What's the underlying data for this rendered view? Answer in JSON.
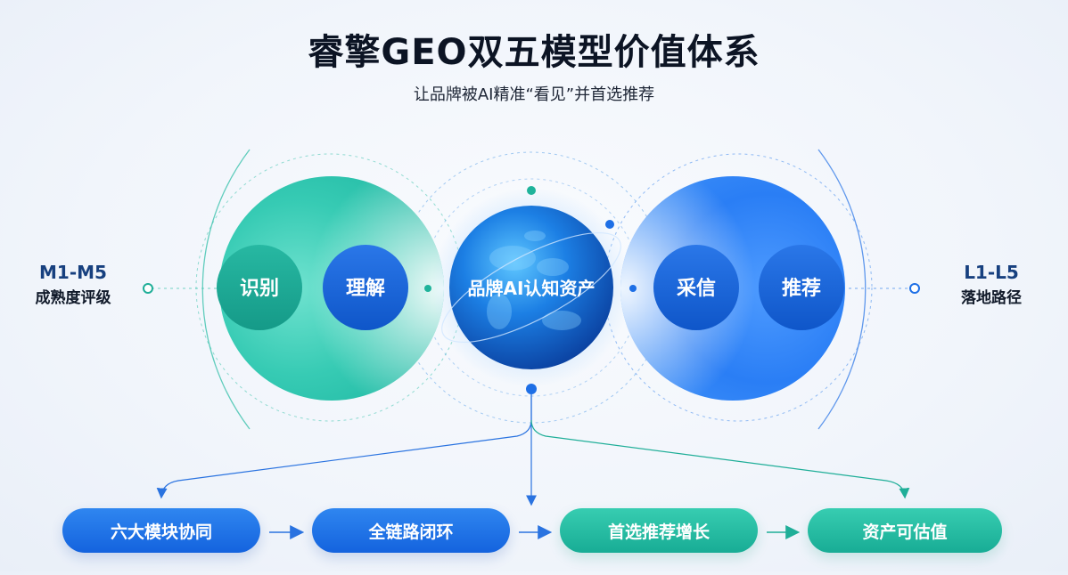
{
  "header": {
    "title": "睿擎GEO双五模型价值体系",
    "subtitle": "让品牌被AI精准“看见”并首选推荐"
  },
  "left_label": {
    "code": "M1-M5",
    "desc": "成熟度评级"
  },
  "right_label": {
    "code": "L1-L5",
    "desc": "落地路径"
  },
  "nodes": {
    "left_outer": "识别",
    "left_inner": "理解",
    "center": "品牌AI认知资产",
    "right_inner": "采信",
    "right_outer": "推荐"
  },
  "bottom_steps": [
    "六大模块协同",
    "全链路闭环",
    "首选推荐增长",
    "资产可估值"
  ],
  "colors": {
    "teal": "#1fb39b",
    "blue": "#1e6fe6",
    "deep_blue": "#0f4fbf",
    "title": "#0c1424"
  }
}
